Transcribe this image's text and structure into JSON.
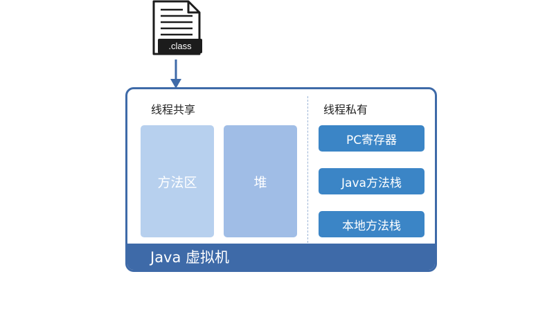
{
  "file": {
    "badge": ".class"
  },
  "jvm": {
    "title": "Java 虚拟机",
    "shared_label": "线程共享",
    "private_label": "线程私有",
    "shared_areas": [
      "方法区",
      "堆"
    ],
    "private_areas": [
      "PC寄存器",
      "Java方法栈",
      "本地方法栈"
    ]
  },
  "colors": {
    "frame": "#3e6aa8",
    "method_area": "#b7d0ee",
    "heap": "#a0bde6",
    "private_box": "#3b85c6",
    "arrow": "#3e6aa8"
  }
}
